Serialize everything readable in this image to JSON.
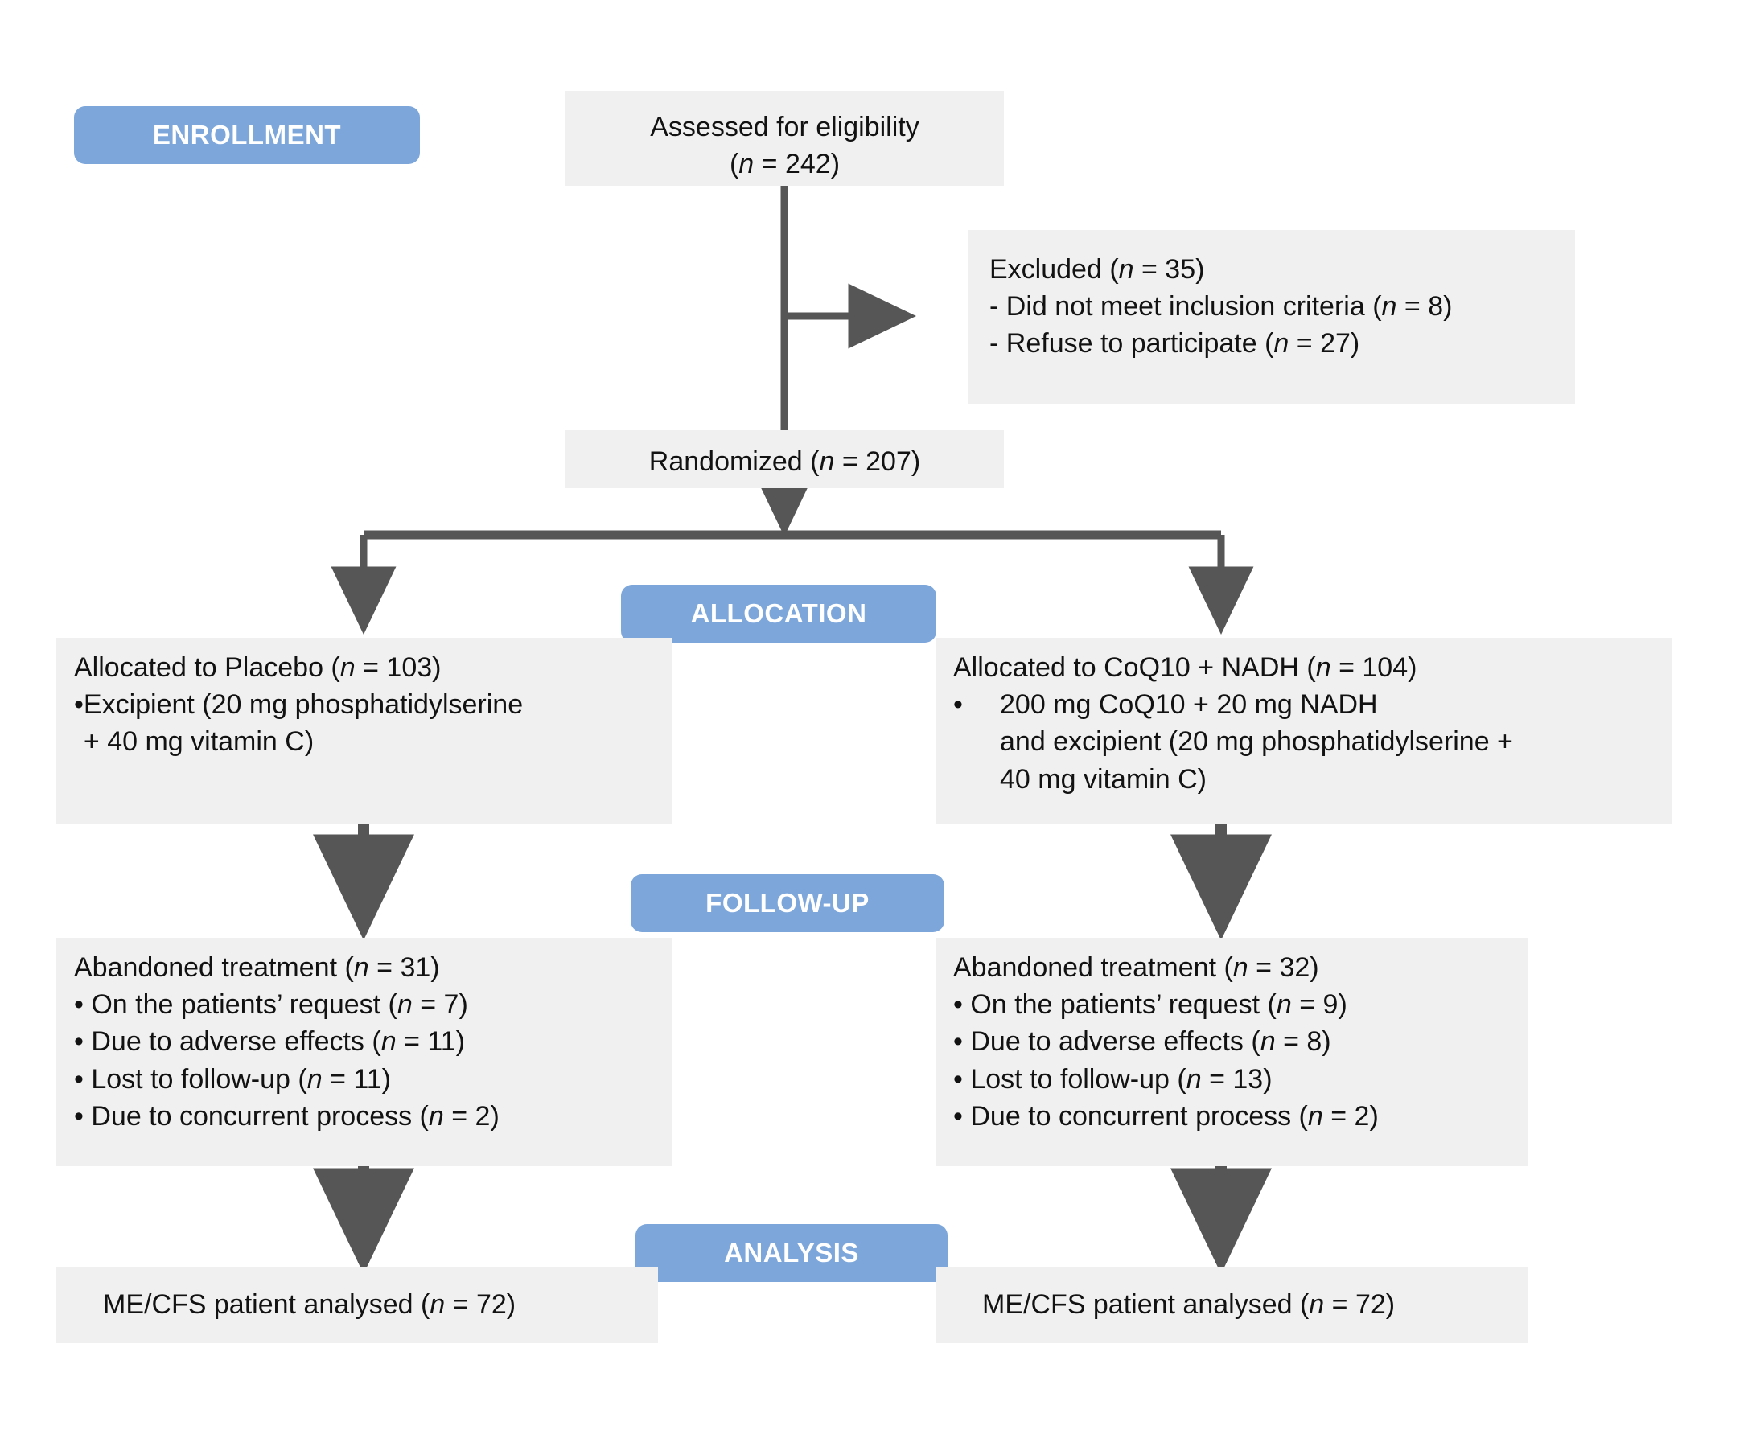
{
  "diagram": {
    "title": "CONSORT participant flow diagram",
    "colors": {
      "badge_fill": "#7da7db",
      "badge_text": "#ffffff",
      "box_fill": "#f0f0f0",
      "text": "#121212",
      "arrow": "#565656",
      "page_background": "#ffffff"
    }
  },
  "badges": {
    "enrollment": "ENROLLMENT",
    "allocation": "ALLOCATION",
    "followup": "FOLLOW-UP",
    "analysis": "ANALYSIS"
  },
  "enrollment": {
    "assessed": {
      "line1": "Assessed for eligibility",
      "line2_pre": "(",
      "line2_n": "n",
      "line2_post": " = 242)"
    },
    "excluded": {
      "heading_pre": "Excluded (",
      "heading_n": "n",
      "heading_post": " = 35)",
      "items": [
        {
          "dash": "- ",
          "text": "Did not meet inclusion criteria (",
          "n": "n",
          "post": " = 8)"
        },
        {
          "dash": "- ",
          "text": "Refuse to participate (",
          "n": "n",
          "post": " = 27)"
        }
      ]
    },
    "randomized": {
      "pre": "Randomized (",
      "n": "n",
      "post": " = 207)"
    }
  },
  "allocation": {
    "left": {
      "heading_pre": "Allocated to Placebo (",
      "heading_n": "n",
      "heading_post": " = 103)",
      "bullets": [
        {
          "mark": "• ",
          "l1": "Excipient (20 mg phosphatidylserine",
          "l2": "+ 40 mg vitamin C)"
        }
      ]
    },
    "right": {
      "heading_pre": "Allocated to CoQ10 + NADH (",
      "heading_n": "n",
      "heading_post": " = 104)",
      "bullets": [
        {
          "mark": "•",
          "l1": "200 mg CoQ10 + 20 mg NADH",
          "l2": "and excipient (20 mg phosphatidylserine +",
          "l3": "40 mg vitamin C)"
        }
      ]
    }
  },
  "followup": {
    "left": {
      "heading_pre": "Abandoned treatment (",
      "heading_n": "n",
      "heading_post": " = 31)",
      "items": [
        {
          "mark": "• ",
          "text": "On the patients’ request (",
          "n": "n",
          "post": " = 7)"
        },
        {
          "mark": "• ",
          "text": "Due to adverse effects (",
          "n": "n",
          "post": " = 11)"
        },
        {
          "mark": "• ",
          "text": "Lost to follow-up  (",
          "n": "n",
          "post": " = 11)"
        },
        {
          "mark": "• ",
          "text": "Due to concurrent  process (",
          "n": "n",
          "post": " = 2)"
        }
      ]
    },
    "right": {
      "heading_pre": "Abandoned treatment (",
      "heading_n": "n",
      "heading_post": " = 32)",
      "items": [
        {
          "mark": "• ",
          "text": "On the patients’ request (",
          "n": "n",
          "post": " = 9)"
        },
        {
          "mark": "• ",
          "text": "Due to adverse effects (",
          "n": "n",
          "post": " = 8)"
        },
        {
          "mark": "• ",
          "text": "Lost to follow-up  (",
          "n": "n",
          "post": " = 13)"
        },
        {
          "mark": "• ",
          "text": "Due to concurrent  process (",
          "n": "n",
          "post": " = 2)"
        }
      ]
    }
  },
  "analysis": {
    "left": {
      "pre": "ME/CFS patient analysed (",
      "n": "n",
      "post": " = 72)"
    },
    "right": {
      "pre": "ME/CFS patient analysed (",
      "n": "n",
      "post": " = 72)"
    }
  }
}
